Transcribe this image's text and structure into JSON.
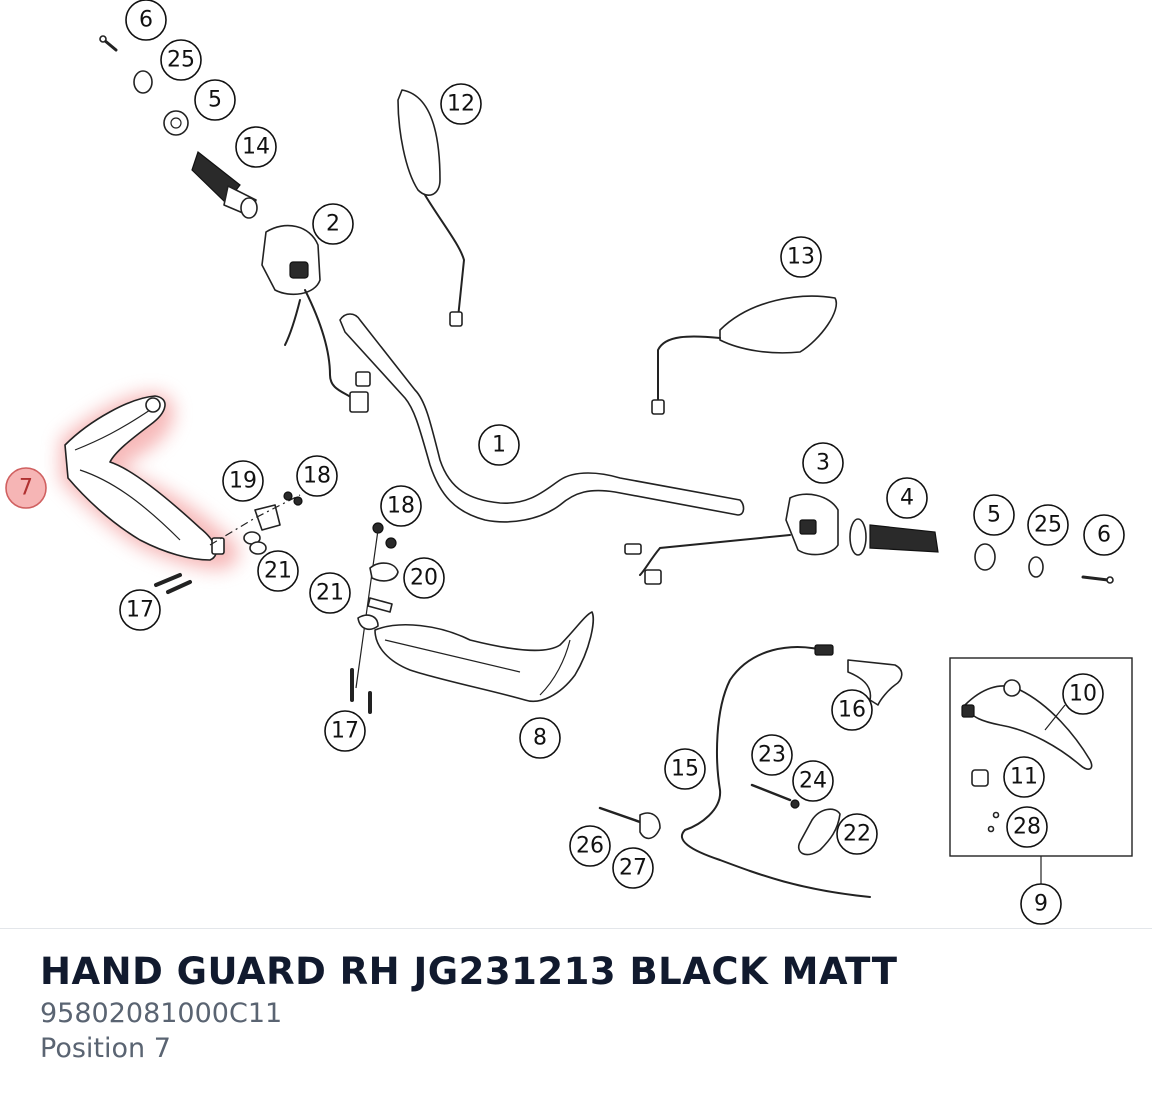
{
  "part": {
    "title": "HAND GUARD RH JG231213 BLACK MATT",
    "part_number": "95802081000C11",
    "position": "Position 7"
  },
  "highlight_color": "#f08080",
  "callouts": [
    {
      "id": "c-6a",
      "label": "6"
    },
    {
      "id": "c-25a",
      "label": "25"
    },
    {
      "id": "c-5a",
      "label": "5"
    },
    {
      "id": "c-14",
      "label": "14"
    },
    {
      "id": "c-2",
      "label": "2"
    },
    {
      "id": "c-12",
      "label": "12"
    },
    {
      "id": "c-13",
      "label": "13"
    },
    {
      "id": "c-1",
      "label": "1"
    },
    {
      "id": "c-7",
      "label": "7",
      "highlighted": true
    },
    {
      "id": "c-19",
      "label": "19"
    },
    {
      "id": "c-18a",
      "label": "18"
    },
    {
      "id": "c-18b",
      "label": "18"
    },
    {
      "id": "c-21a",
      "label": "21"
    },
    {
      "id": "c-20",
      "label": "20"
    },
    {
      "id": "c-21b",
      "label": "21"
    },
    {
      "id": "c-17a",
      "label": "17"
    },
    {
      "id": "c-17b",
      "label": "17"
    },
    {
      "id": "c-8",
      "label": "8"
    },
    {
      "id": "c-3",
      "label": "3"
    },
    {
      "id": "c-4",
      "label": "4"
    },
    {
      "id": "c-5b",
      "label": "5"
    },
    {
      "id": "c-25b",
      "label": "25"
    },
    {
      "id": "c-6b",
      "label": "6"
    },
    {
      "id": "c-16",
      "label": "16"
    },
    {
      "id": "c-15",
      "label": "15"
    },
    {
      "id": "c-23",
      "label": "23"
    },
    {
      "id": "c-24",
      "label": "24"
    },
    {
      "id": "c-22",
      "label": "22"
    },
    {
      "id": "c-26",
      "label": "26"
    },
    {
      "id": "c-27",
      "label": "27"
    },
    {
      "id": "c-10",
      "label": "10"
    },
    {
      "id": "c-11",
      "label": "11"
    },
    {
      "id": "c-28",
      "label": "28"
    },
    {
      "id": "c-9",
      "label": "9"
    }
  ]
}
